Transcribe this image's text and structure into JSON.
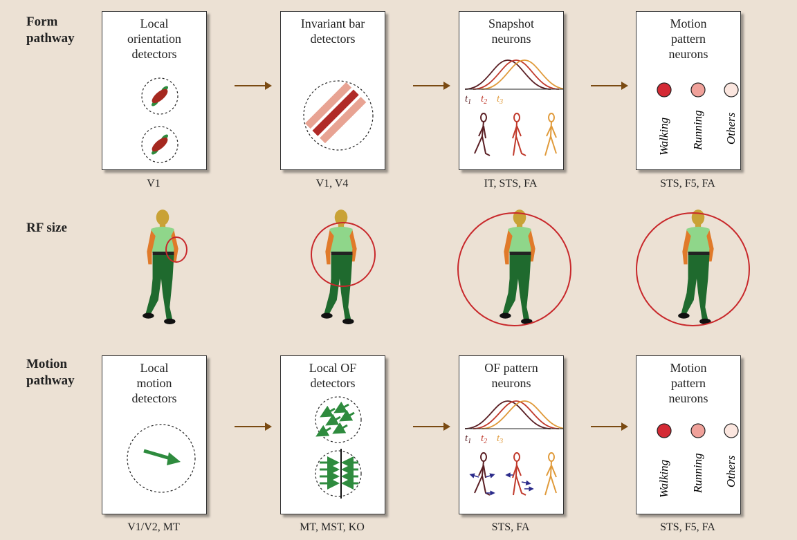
{
  "rows": {
    "form": "Form\npathway",
    "rf": "RF size",
    "motion": "Motion\npathway"
  },
  "form_boxes": [
    {
      "title": "Local\norientation\ndetectors",
      "area": "V1"
    },
    {
      "title": "Invariant bar\ndetectors",
      "area": "V1, V4"
    },
    {
      "title": "Snapshot\nneurons",
      "area": "IT, STS, FA"
    },
    {
      "title": "Motion\npattern\nneurons",
      "area": "STS, F5, FA"
    }
  ],
  "motion_boxes": [
    {
      "title": "Local\nmotion\ndetectors",
      "area": "V1/V2, MT"
    },
    {
      "title": "Local OF\ndetectors",
      "area": "MT, MST, KO"
    },
    {
      "title": "OF pattern\nneurons",
      "area": "STS, FA"
    },
    {
      "title": "Motion\npattern\nneurons",
      "area": "STS, F5, FA"
    }
  ],
  "time_labels": {
    "t1": "t",
    "t2": "t",
    "t3": "t",
    "s1": "1",
    "s2": "2",
    "s3": "3"
  },
  "pattern_labels": [
    "Walking",
    "Running",
    "Others"
  ],
  "colors": {
    "background": "#ece1d4",
    "arrow": "#7a4a12",
    "rf_circle": "#c8282b",
    "curve1": "#5a1f24",
    "curve2": "#c0392b",
    "curve3": "#e09a3a",
    "green": "#2e8b3e",
    "walking": "#d42a35",
    "running": "#f0a19a",
    "others": "#fbe6df"
  }
}
